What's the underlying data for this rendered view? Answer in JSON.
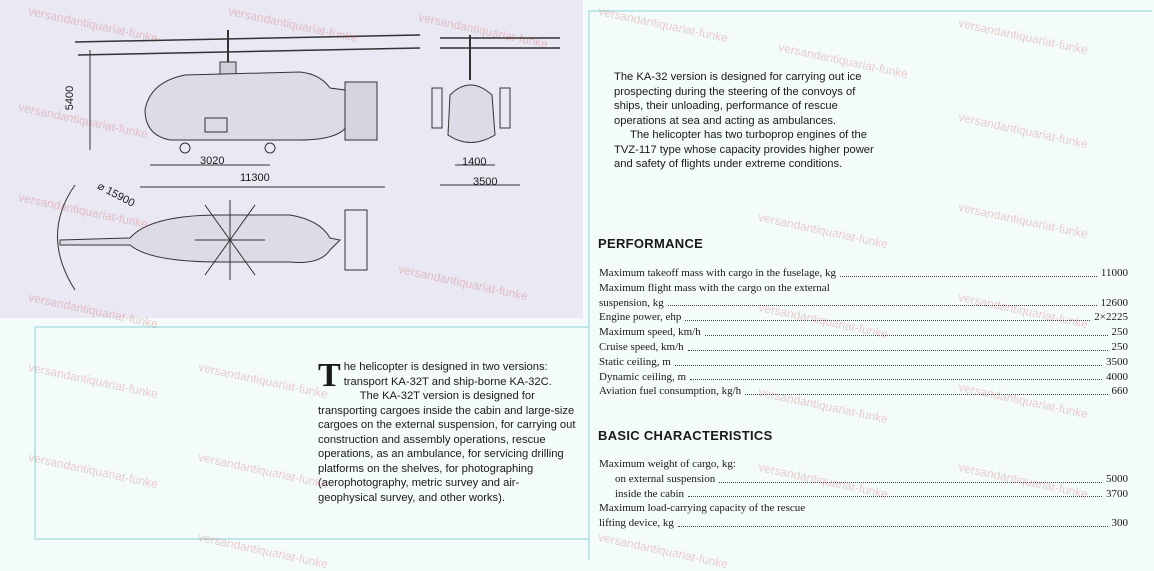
{
  "drawing": {
    "dim_height": "5400",
    "dim_rotor": "⌀ 15900",
    "dim_wheelbase": "3020",
    "dim_length": "11300",
    "dim_track_inner": "1400",
    "dim_track": "3500"
  },
  "intro_paragraphs": [
    "The KA-32 version is designed for carrying out ice prospecting during the steering of the convoys of ships, their unloading, performance of rescue operations at sea and acting as ambulances.",
    "The helicopter has two turboprop engines of the TVZ-117 type whose capacity provides higher power and safety of flights under extreme conditions."
  ],
  "performance": {
    "heading": "PERFORMANCE",
    "rows": [
      {
        "label": "Maximum takeoff mass with cargo in the fuselage, kg",
        "value": "11000"
      },
      {
        "label": "Maximum flight mass with the cargo on the external",
        "value": ""
      },
      {
        "label": "suspension, kg",
        "value": "12600"
      },
      {
        "label": "Engine power, ehp",
        "value": "2×2225"
      },
      {
        "label": "Maximum speed, km/h",
        "value": "250"
      },
      {
        "label": "Cruise speed, km/h",
        "value": "250"
      },
      {
        "label": "Static ceiling, m",
        "value": "3500"
      },
      {
        "label": "Dynamic ceiling, m",
        "value": "4000"
      },
      {
        "label": "Aviation fuel consumption, kg/h",
        "value": "660"
      }
    ]
  },
  "basic": {
    "heading": "BASIC CHARACTERISTICS",
    "rows": [
      {
        "label": "Maximum weight of cargo, kg:",
        "value": "",
        "indent": false
      },
      {
        "label": "on external suspension",
        "value": "5000",
        "indent": true
      },
      {
        "label": "inside the cabin",
        "value": "3700",
        "indent": true
      },
      {
        "label": "Maximum load-carrying capacity of the rescue",
        "value": "",
        "indent": false
      },
      {
        "label": "lifting device, kg",
        "value": "300",
        "indent": false
      }
    ]
  },
  "body": {
    "dropcap": "T",
    "first_rest": "he helicopter is designed in two versions: transport KA-32T and ship-borne KA-32C.",
    "second": "The KA-32T version is designed for transporting cargoes inside the cabin and large-size cargoes on the external suspension, for carrying out construction and assembly operations, rescue operations, as an ambulance, for servicing drilling platforms on the shelves, for photographing (aerophotography, metric survey and air-geophysical survey, and other works)."
  },
  "watermark_text": "versandantiquariat-funke",
  "colors": {
    "frame": "#bfe6e8",
    "drawing_bg": "#e9e8f3",
    "watermark": "#c85050"
  }
}
